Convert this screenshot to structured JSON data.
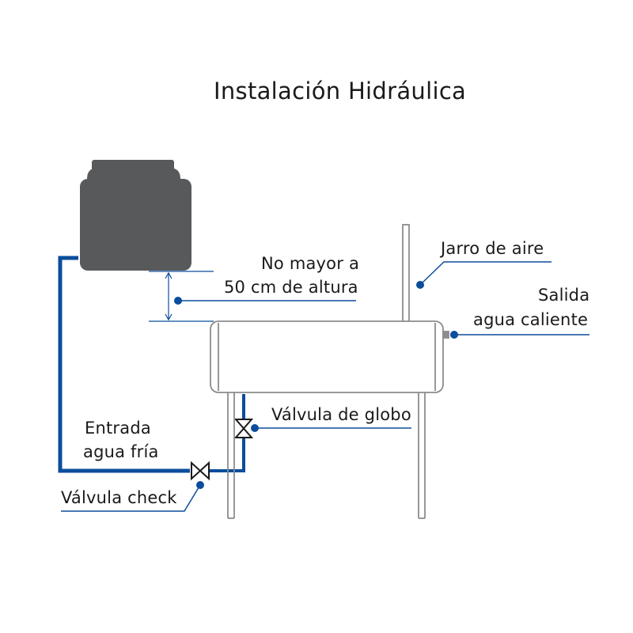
{
  "title": "Instalación Hidráulica",
  "labels": {
    "height_line1": "No mayor a",
    "height_line2": "50 cm de altura",
    "air_vent": "Jarro de aire",
    "hot_line1": "Salida",
    "hot_line2": "agua caliente",
    "globe_valve": "Válvula de globo",
    "cold_line1": "Entrada",
    "cold_line2": "agua fría",
    "check_valve": "Válvula check"
  },
  "colors": {
    "pipe": "#0b4d9c",
    "tank": "#58595b",
    "outline": "#8c8c8c",
    "leader": "#0b4d9c",
    "text": "#1a1a1a"
  }
}
